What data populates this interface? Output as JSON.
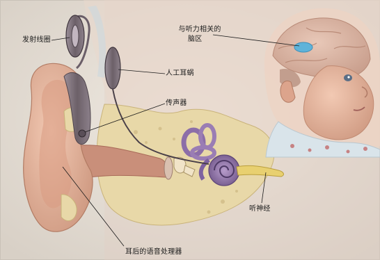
{
  "labels": {
    "brain_area_line1": "与听力相关的",
    "brain_area_line2": "脑区",
    "transmit_coil": "发射线圈",
    "cochlear_implant": "人工耳蜗",
    "microphone": "传声器",
    "auditory_nerve": "听神经",
    "speech_processor": "耳后的语音处理器"
  },
  "colors": {
    "background": "#e6e0d8",
    "skin": "#e9b8a0",
    "bone": "#e8d8a8",
    "cochlea": "#8a6fa0",
    "device": "#7a6e78",
    "brain": "#d9b6a4",
    "hearing_region": "#5fb3d9",
    "nerve": "#e8d070"
  }
}
